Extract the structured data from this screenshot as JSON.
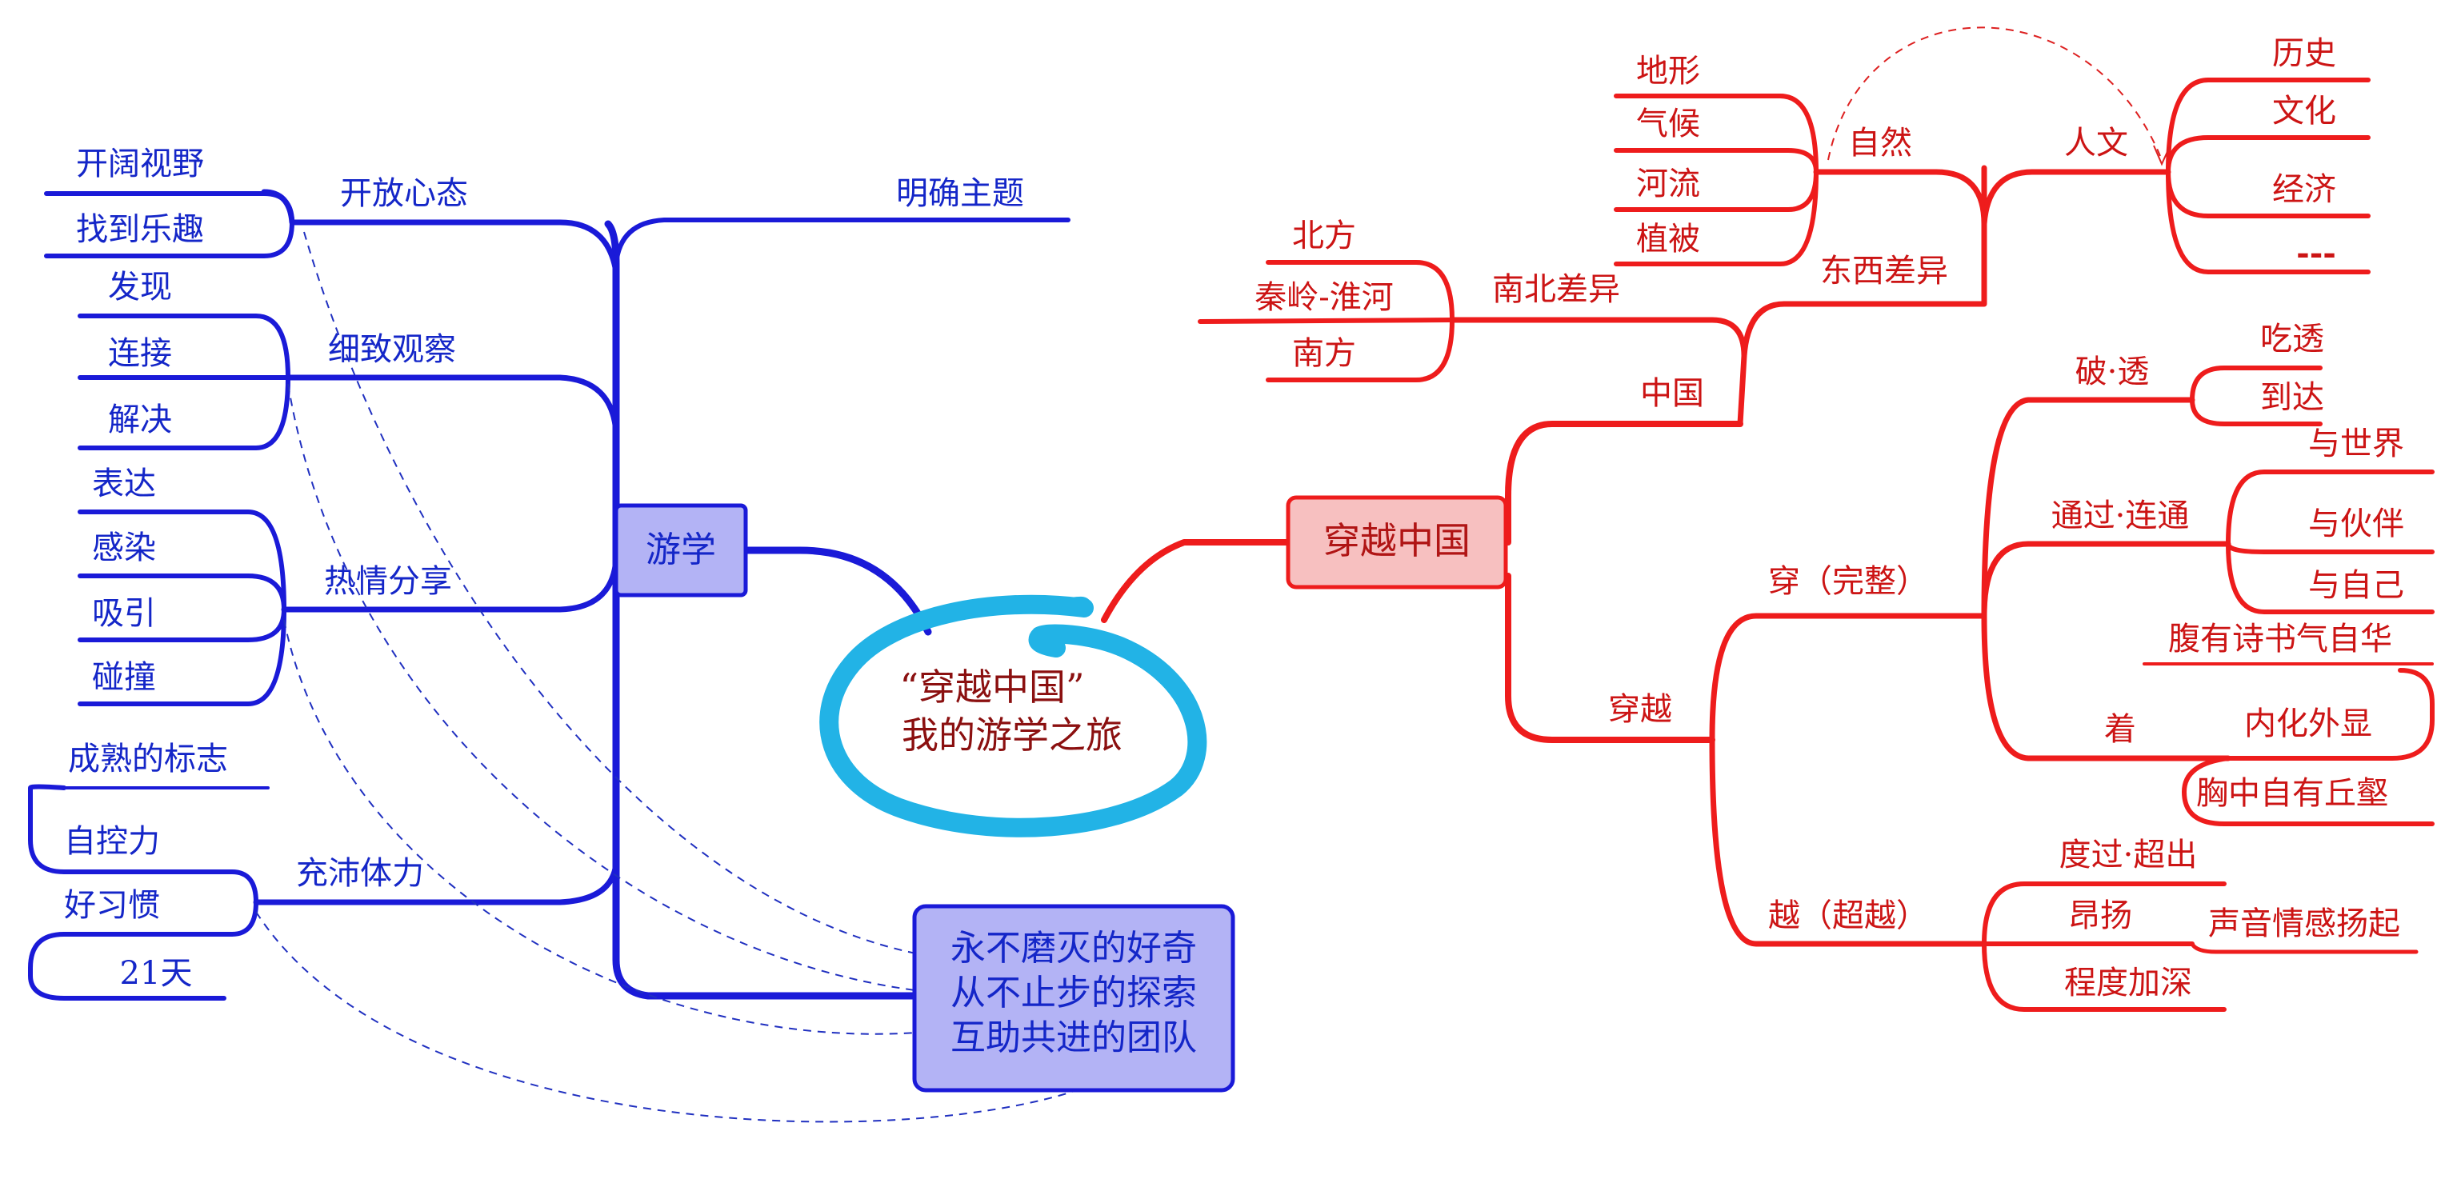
{
  "center": {
    "line1": "“穿越中国”",
    "line2": "我的游学之旅"
  },
  "left": {
    "root": "游学",
    "branches": {
      "open_mind": {
        "label": "开放心态",
        "leaves": [
          "开阔视野",
          "找到乐趣"
        ]
      },
      "clear_theme": {
        "label": "明确主题"
      },
      "observe": {
        "label": "细致观察",
        "leaves": [
          "发现",
          "连接",
          "解决"
        ]
      },
      "share": {
        "label": "热情分享",
        "leaves": [
          "表达",
          "感染",
          "吸引",
          "碰撞"
        ]
      },
      "energy": {
        "label": "充沛体力",
        "leaves": [
          "成熟的标志",
          "自控力",
          "好习惯",
          "21天"
        ]
      }
    },
    "summary_box": {
      "line1": "永不磨灭的好奇",
      "line2": "从不止步的探索",
      "line3": "互助共进的团队"
    }
  },
  "right": {
    "root": "穿越中国",
    "china": {
      "label": "中国",
      "north_south": {
        "label": "南北差异",
        "leaves": [
          "北方",
          "秦岭-淮河",
          "南方"
        ]
      },
      "east_west": {
        "label": "东西差异",
        "nature": {
          "label": "自然",
          "leaves": [
            "地形",
            "气候",
            "河流",
            "植被"
          ]
        },
        "humanity": {
          "label": "人文",
          "leaves": [
            "历史",
            "文化",
            "经济",
            "---"
          ]
        }
      }
    },
    "chuanyue": {
      "label": "穿越",
      "chuan": {
        "label": "穿（完整）",
        "po_tou": {
          "label": "破·透",
          "leaves": [
            "吃透",
            "到达"
          ]
        },
        "tongguo": {
          "label": "通过·连通",
          "leaves": [
            "与世界",
            "与伙伴",
            "与自己"
          ]
        },
        "zhuo": {
          "label": "着",
          "leaves": [
            "腹有诗书气自华",
            "内化外显",
            "胸中自有丘壑"
          ]
        }
      },
      "yue": {
        "label": "越（超越）",
        "leaves": [
          "度过·超出",
          "昂扬",
          "程度加深"
        ],
        "angyang_sub": "声音情感扬起"
      }
    }
  }
}
